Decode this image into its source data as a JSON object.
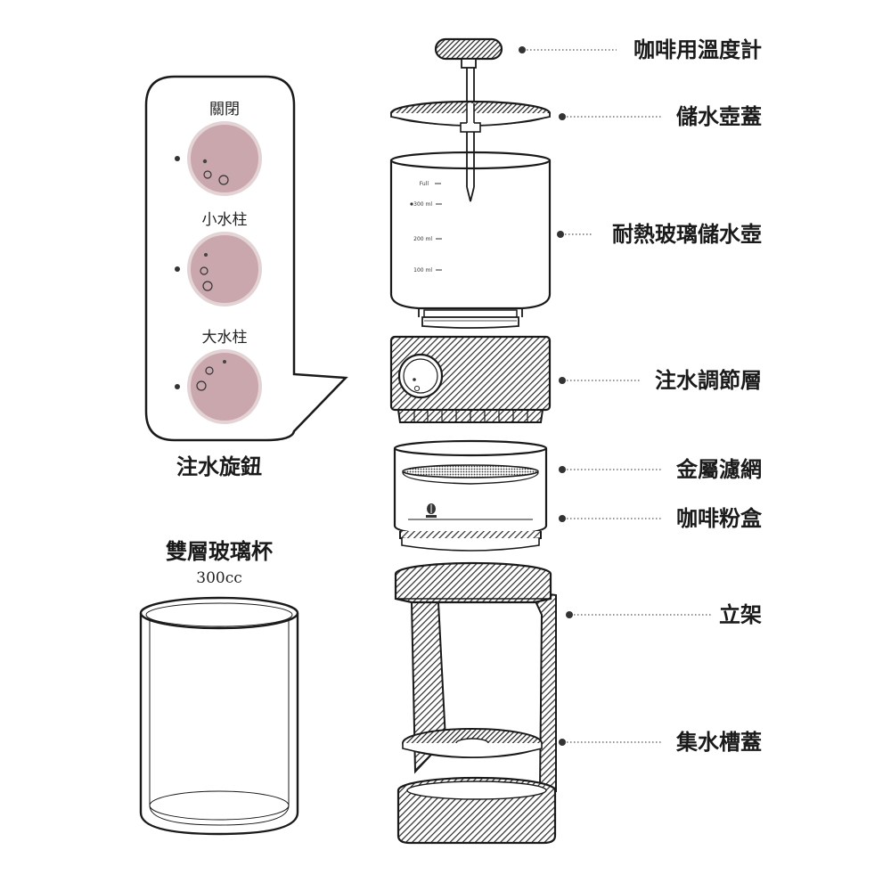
{
  "labels": {
    "thermometer": "咖啡用溫度計",
    "tank_lid": "儲水壺蓋",
    "glass_tank": "耐熱玻璃儲水壺",
    "regulator": "注水調節層",
    "metal_filter": "金屬濾網",
    "coffee_box": "咖啡粉盒",
    "stand": "立架",
    "drip_tray_lid": "集水槽蓋"
  },
  "knob_panel": {
    "settings": [
      {
        "label": "關閉"
      },
      {
        "label": "小水柱"
      },
      {
        "label": "大水柱"
      }
    ],
    "caption": "注水旋鈕"
  },
  "cup": {
    "title": "雙層玻璃杯",
    "volume": "300cc"
  },
  "tank_scale": {
    "full": "Full",
    "m300": "300 ml",
    "m200": "200 ml",
    "m100": "100 ml"
  },
  "colors": {
    "knob_fill": "#c9a7ad",
    "outline": "#1a1a1a",
    "hatch": "#2a2a2a"
  }
}
